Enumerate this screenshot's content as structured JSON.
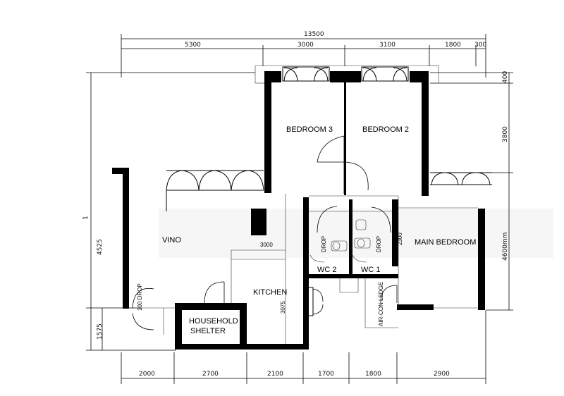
{
  "dimensions": {
    "top_total": "13500",
    "top": [
      "5300",
      "3000",
      "3100",
      "1800",
      "300"
    ],
    "bottom": [
      "2000",
      "2700",
      "2100",
      "1700",
      "1800",
      "2900"
    ],
    "left": [
      "1",
      "4525",
      "1575"
    ],
    "right": [
      "400",
      "3800",
      "4600mm"
    ],
    "inner": [
      "2300",
      "3075",
      "3000"
    ]
  },
  "rooms": {
    "bedroom3": "BEDROOM 3",
    "bedroom2": "BEDROOM 2",
    "master": "MAIN BEDROOM",
    "living": "VINO",
    "kitchen": "KITCHEN",
    "shelter_line1": "HOUSEHOLD",
    "shelter_line2": "SHELTER",
    "wc2": "WC 2",
    "wc1": "WC 1",
    "aircon": "AIR-CON LEDGE",
    "drop1": "DROP",
    "drop2": "DROP",
    "drop3": "100 DROP"
  },
  "colors": {
    "wall": "#000000",
    "background": "#ffffff"
  }
}
